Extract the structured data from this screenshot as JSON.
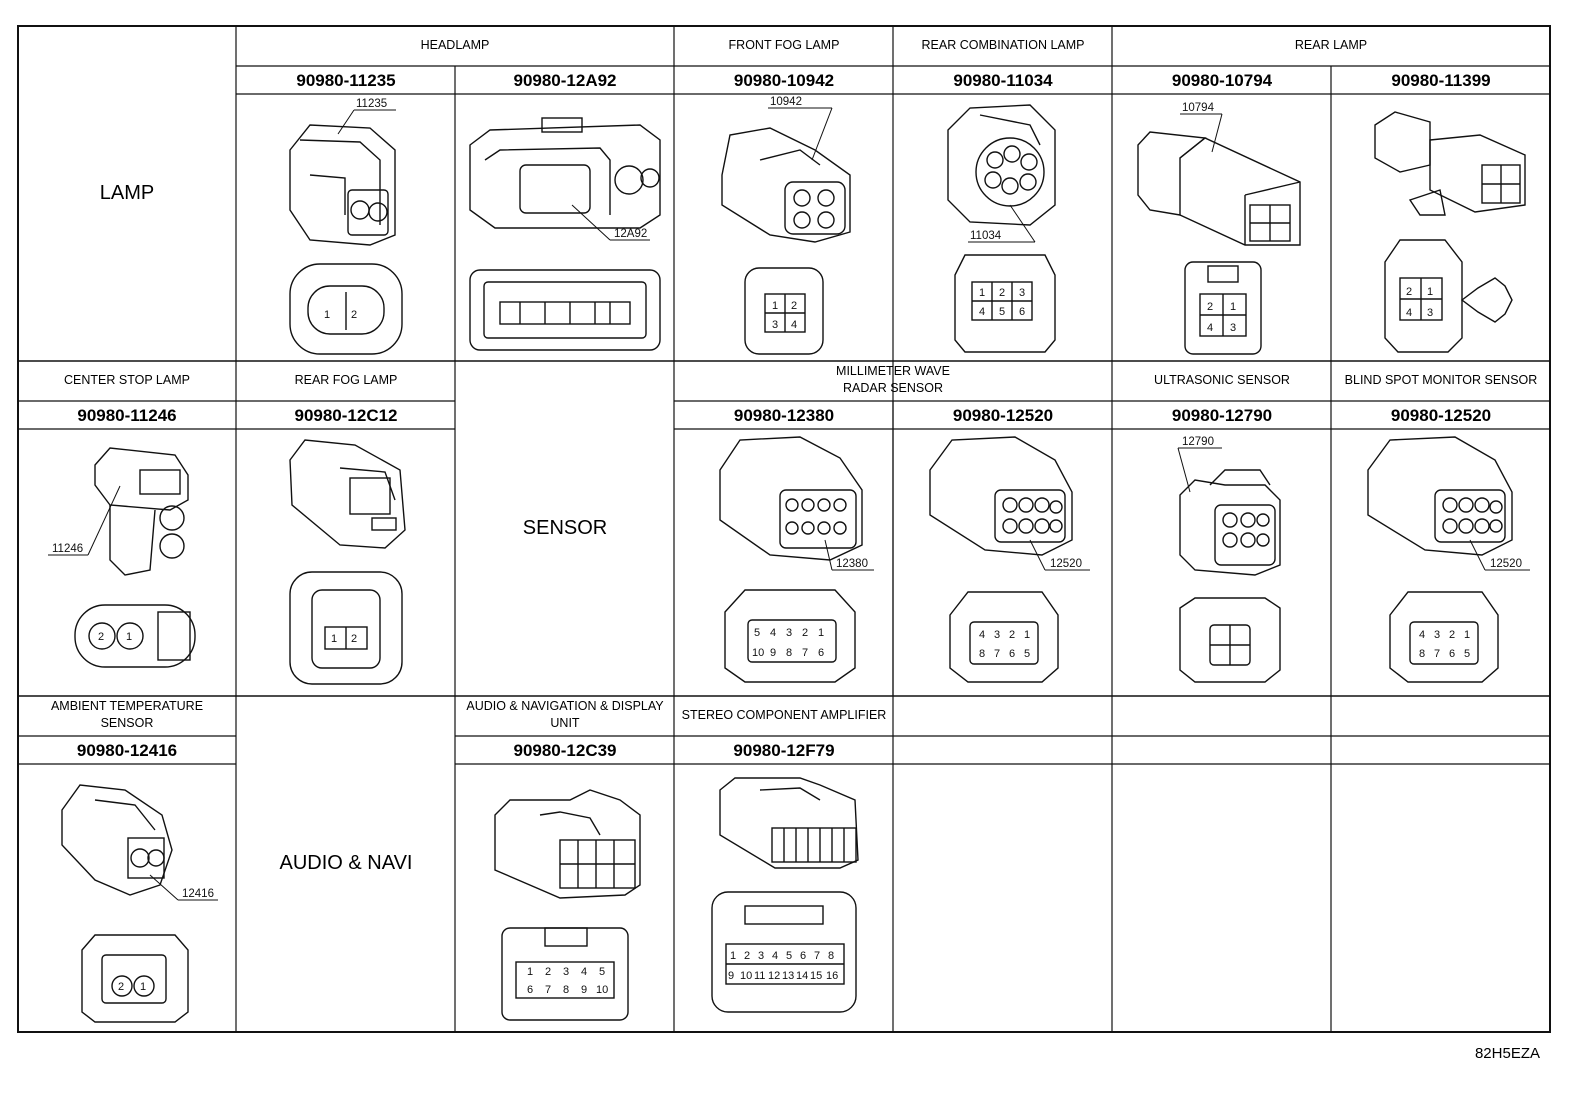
{
  "image_code": "82H5EZA",
  "row_labels": {
    "lamp": "LAMP",
    "sensor": "SENSOR",
    "audio": "AUDIO & NAVI"
  },
  "headers": {
    "headlamp": "HEADLAMP",
    "front_fog": "FRONT FOG LAMP",
    "rear_combination": "REAR COMBINATION LAMP",
    "rear_lamp": "REAR LAMP",
    "center_stop": "CENTER STOP LAMP",
    "rear_fog": "REAR FOG LAMP",
    "mmw_line1": "MILLIMETER WAVE",
    "mmw_line2": "RADAR SENSOR",
    "ultrasonic": "ULTRASONIC SENSOR",
    "blind_spot": "BLIND SPOT MONITOR SENSOR",
    "ambient_line1": "AMBIENT TEMPERATURE",
    "ambient_line2": "SENSOR",
    "audio_nav_line1": "AUDIO & NAVIGATION & DISPLAY",
    "audio_nav_line2": "UNIT",
    "stereo_amp": "STEREO COMPONENT AMPLIFIER"
  },
  "connectors": [
    {
      "id": "c1",
      "part": "90980-11235",
      "callout": "11235",
      "pins": [
        "1",
        "2"
      ]
    },
    {
      "id": "c2",
      "part": "90980-12A92",
      "callout": "12A92",
      "pins": []
    },
    {
      "id": "c3",
      "part": "90980-10942",
      "callout": "10942",
      "pins": [
        "1",
        "2",
        "3",
        "4"
      ]
    },
    {
      "id": "c4",
      "part": "90980-11034",
      "callout": "11034",
      "pins": [
        "1",
        "2",
        "3",
        "4",
        "5",
        "6"
      ]
    },
    {
      "id": "c5",
      "part": "90980-10794",
      "callout": "10794",
      "pins": [
        "2",
        "1",
        "4",
        "3"
      ]
    },
    {
      "id": "c6",
      "part": "90980-11399",
      "callout": "",
      "pins": [
        "2",
        "1",
        "4",
        "3"
      ]
    },
    {
      "id": "c7",
      "part": "90980-11246",
      "callout": "11246",
      "pins": [
        "2",
        "1"
      ]
    },
    {
      "id": "c8",
      "part": "90980-12C12",
      "callout": "",
      "pins": [
        "1",
        "2"
      ]
    },
    {
      "id": "c9",
      "part": "90980-12380",
      "callout": "12380",
      "pins": [
        "5",
        "4",
        "3",
        "2",
        "1",
        "10",
        "9",
        "8",
        "7",
        "6"
      ]
    },
    {
      "id": "c10",
      "part": "90980-12520",
      "callout": "12520",
      "pins": [
        "4",
        "3",
        "2",
        "1",
        "8",
        "7",
        "6",
        "5"
      ]
    },
    {
      "id": "c11",
      "part": "90980-12790",
      "callout": "12790",
      "pins": []
    },
    {
      "id": "c12",
      "part": "90980-12520",
      "callout": "12520",
      "pins": [
        "4",
        "3",
        "2",
        "1",
        "8",
        "7",
        "6",
        "5"
      ]
    },
    {
      "id": "c13",
      "part": "90980-12416",
      "callout": "12416",
      "pins": [
        "2",
        "1"
      ]
    },
    {
      "id": "c14",
      "part": "90980-12C39",
      "callout": "",
      "pins": [
        "1",
        "2",
        "3",
        "4",
        "5",
        "6",
        "7",
        "8",
        "9",
        "10"
      ]
    },
    {
      "id": "c15",
      "part": "90980-12F79",
      "callout": "",
      "pins": [
        "1",
        "2",
        "3",
        "4",
        "5",
        "6",
        "7",
        "8",
        "9",
        "10",
        "11",
        "12",
        "13",
        "14",
        "15",
        "16"
      ]
    }
  ]
}
